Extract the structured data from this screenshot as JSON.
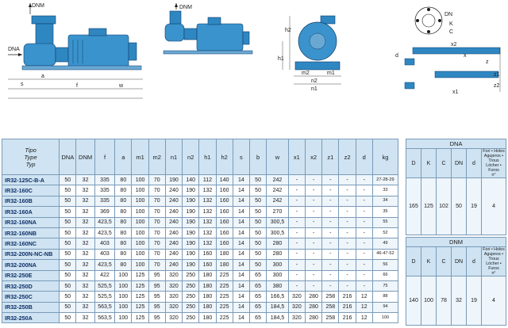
{
  "drawings": {
    "label_dnm": "DNM",
    "label_dna": "DNA",
    "dims": [
      "a",
      "f",
      "w",
      "s",
      "h2",
      "h1",
      "m2",
      "m1",
      "n2",
      "n1",
      "z2",
      "z1",
      "x2",
      "x1",
      "d",
      "DN",
      "K",
      "C",
      "x",
      "z"
    ]
  },
  "main_table": {
    "header": {
      "tipo": [
        "Tipo",
        "Type",
        "Typ"
      ],
      "cols": [
        "DNA",
        "DNM",
        "f",
        "a",
        "m1",
        "m2",
        "n1",
        "n2",
        "h1",
        "h2",
        "s",
        "b",
        "w",
        "x1",
        "x2",
        "z1",
        "z2",
        "d",
        "kg"
      ]
    },
    "rows": [
      [
        "IR32-125C-B-A",
        "50",
        "32",
        "335",
        "80",
        "100",
        "70",
        "190",
        "140",
        "112",
        "140",
        "14",
        "50",
        "242",
        "-",
        "-",
        "-",
        "-",
        "-",
        "27-28-29"
      ],
      [
        "IR32-160C",
        "50",
        "32",
        "335",
        "80",
        "100",
        "70",
        "240",
        "190",
        "132",
        "160",
        "14",
        "50",
        "242",
        "-",
        "-",
        "-",
        "-",
        "-",
        "33"
      ],
      [
        "IR32-160B",
        "50",
        "32",
        "335",
        "80",
        "100",
        "70",
        "240",
        "190",
        "132",
        "160",
        "14",
        "50",
        "242",
        "-",
        "-",
        "-",
        "-",
        "-",
        "34"
      ],
      [
        "IR32-160A",
        "50",
        "32",
        "369",
        "80",
        "100",
        "70",
        "240",
        "190",
        "132",
        "160",
        "14",
        "50",
        "270",
        "-",
        "-",
        "-",
        "-",
        "-",
        "35"
      ],
      [
        "IR32-160NA",
        "50",
        "32",
        "423,5",
        "80",
        "100",
        "70",
        "240",
        "190",
        "132",
        "160",
        "14",
        "50",
        "300,5",
        "-",
        "-",
        "-",
        "-",
        "-",
        "55"
      ],
      [
        "IR32-160NB",
        "50",
        "32",
        "423,5",
        "80",
        "100",
        "70",
        "240",
        "190",
        "132",
        "160",
        "14",
        "50",
        "300,5",
        "-",
        "-",
        "-",
        "-",
        "-",
        "52"
      ],
      [
        "IR32-160NC",
        "50",
        "32",
        "403",
        "80",
        "100",
        "70",
        "240",
        "190",
        "132",
        "160",
        "14",
        "50",
        "280",
        "-",
        "-",
        "-",
        "-",
        "-",
        "49"
      ],
      [
        "IR32-200N-NC-NB",
        "50",
        "32",
        "403",
        "80",
        "100",
        "70",
        "240",
        "190",
        "160",
        "180",
        "14",
        "50",
        "280",
        "-",
        "-",
        "-",
        "-",
        "-",
        "46-47-52"
      ],
      [
        "IR32-200NA",
        "50",
        "32",
        "423,5",
        "80",
        "100",
        "70",
        "240",
        "190",
        "160",
        "180",
        "14",
        "50",
        "300",
        "-",
        "-",
        "-",
        "-",
        "-",
        "56"
      ],
      [
        "IR32-250E",
        "50",
        "32",
        "422",
        "100",
        "125",
        "95",
        "320",
        "250",
        "180",
        "225",
        "14",
        "65",
        "300",
        "-",
        "-",
        "-",
        "-",
        "-",
        "66"
      ],
      [
        "IR32-250D",
        "50",
        "32",
        "525,5",
        "100",
        "125",
        "95",
        "320",
        "250",
        "180",
        "225",
        "14",
        "65",
        "380",
        "-",
        "-",
        "-",
        "-",
        "-",
        "75"
      ],
      [
        "IR32-250C",
        "50",
        "32",
        "525,5",
        "100",
        "125",
        "95",
        "320",
        "250",
        "180",
        "225",
        "14",
        "65",
        "166,5",
        "320",
        "280",
        "258",
        "216",
        "12",
        "88"
      ],
      [
        "IR32-250B",
        "50",
        "32",
        "563,5",
        "100",
        "125",
        "95",
        "320",
        "250",
        "180",
        "225",
        "14",
        "65",
        "184,5",
        "320",
        "280",
        "258",
        "216",
        "12",
        "94"
      ],
      [
        "IR32-250A",
        "50",
        "32",
        "563,5",
        "100",
        "125",
        "95",
        "320",
        "250",
        "180",
        "225",
        "14",
        "65",
        "184,5",
        "320",
        "280",
        "258",
        "216",
        "12",
        "100"
      ]
    ]
  },
  "flange_dna": {
    "title": "DNA",
    "cols": [
      "D",
      "K",
      "C",
      "DN",
      "d"
    ],
    "note": [
      "Fori • Holes",
      "Agujeros • Trous",
      "Löcher • Furos",
      "n°"
    ],
    "values": [
      "165",
      "125",
      "102",
      "50",
      "19",
      "4"
    ]
  },
  "flange_dnm": {
    "title": "DNM",
    "cols": [
      "D",
      "K",
      "C",
      "DN",
      "d"
    ],
    "note": [
      "Fori • Holes",
      "Agujeros • Trous",
      "Löcher • Furos",
      "n°"
    ],
    "values": [
      "140",
      "100",
      "78",
      "32",
      "19",
      "4"
    ]
  },
  "colors": {
    "header_bg": "#cfe3f2",
    "pump_blue": "#2f87c2",
    "model_text": "#0d2f66"
  }
}
